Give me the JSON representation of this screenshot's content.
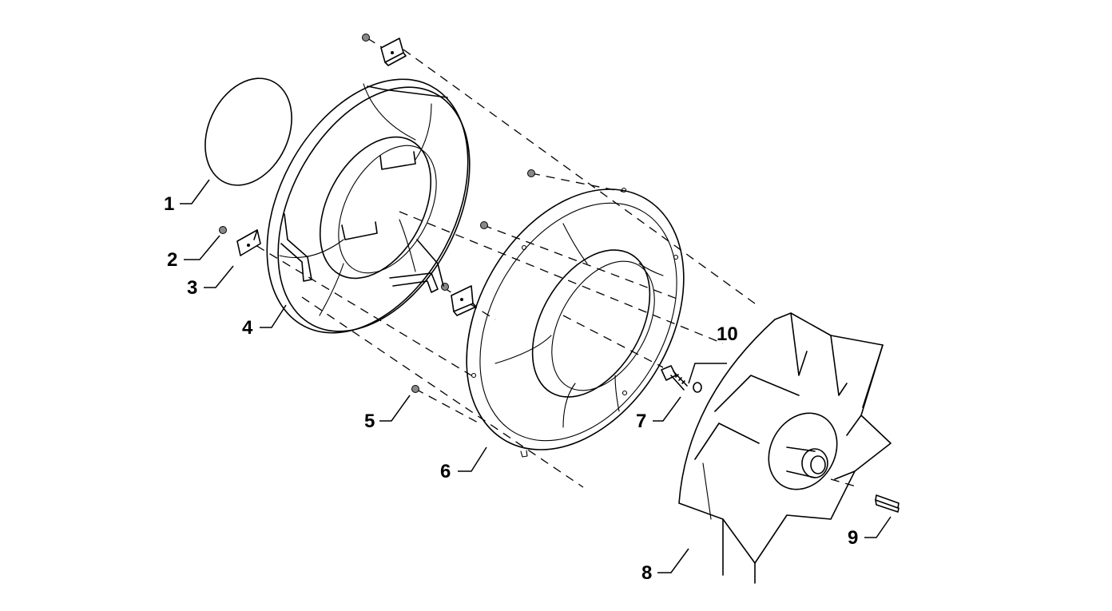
{
  "callouts": [
    {
      "id": "c1",
      "label": "1"
    },
    {
      "id": "c2",
      "label": "2"
    },
    {
      "id": "c3",
      "label": "3"
    },
    {
      "id": "c4",
      "label": "4"
    },
    {
      "id": "c5",
      "label": "5"
    },
    {
      "id": "c6",
      "label": "6"
    },
    {
      "id": "c7",
      "label": "7"
    },
    {
      "id": "c8",
      "label": "8"
    },
    {
      "id": "c9",
      "label": "9"
    },
    {
      "id": "c10",
      "label": "10"
    }
  ],
  "colors": {
    "line": "#000000",
    "background": "#ffffff"
  }
}
